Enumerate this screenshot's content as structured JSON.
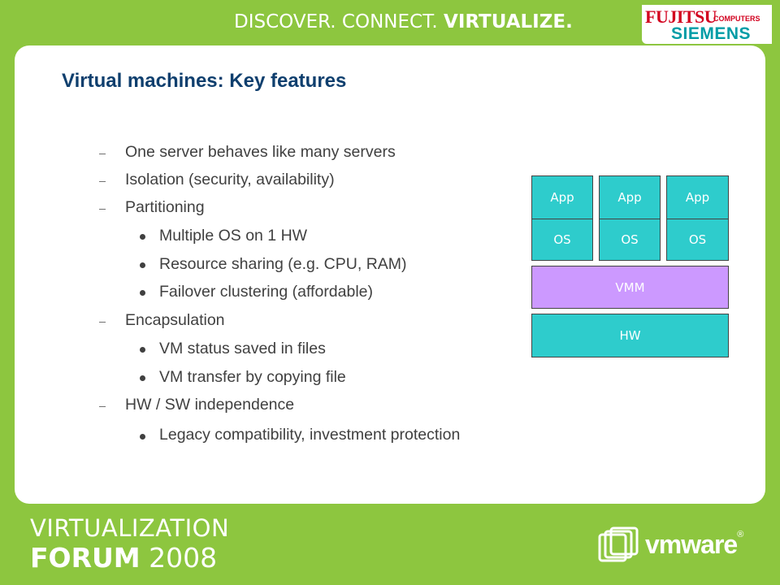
{
  "header": {
    "tagline_part1": "DISCOVER.",
    "tagline_part2": "CONNECT.",
    "tagline_part3": "VIRTUALIZE."
  },
  "logo_fsc": {
    "fujitsu": "FUJITSU",
    "computers": "COMPUTERS",
    "siemens": "SIEMENS"
  },
  "slide": {
    "title": "Virtual machines: Key features",
    "bullets": [
      {
        "level": 1,
        "text": "One server behaves like many servers"
      },
      {
        "level": 1,
        "text": "Isolation (security, availability)"
      },
      {
        "level": 1,
        "text": "Partitioning"
      },
      {
        "level": 2,
        "text": "Multiple OS on 1 HW"
      },
      {
        "level": 2,
        "text": "Resource sharing (e.g. CPU, RAM)"
      },
      {
        "level": 2,
        "text": "Failover clustering (affordable)"
      },
      {
        "level": 1,
        "text": "Encapsulation"
      },
      {
        "level": 2,
        "text": "VM status saved in files"
      },
      {
        "level": 2,
        "text": "VM transfer by copying file"
      },
      {
        "level": 1,
        "text": "HW / SW independence"
      },
      {
        "level": 2,
        "text": "Legacy compatibility, investment protection"
      }
    ]
  },
  "diagram": {
    "app_label": "App",
    "os_label": "OS",
    "vmm_label": "VMM",
    "hw_label": "HW",
    "colors": {
      "teal": "#2ecccc",
      "violet": "#cc99ff"
    }
  },
  "footer": {
    "forum_line1": "VIRTUALIZATION",
    "forum_word": "FORUM",
    "forum_year": "2008",
    "vmware_logo": "vmware"
  },
  "colors": {
    "background": "#8dc63f",
    "title": "#0f3f6e",
    "body_text": "#404040"
  }
}
